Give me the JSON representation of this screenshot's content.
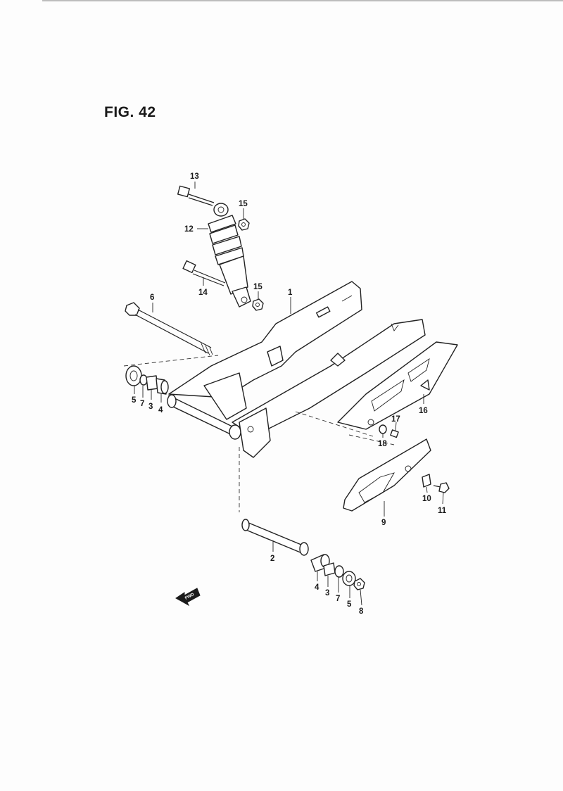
{
  "figure": {
    "title": "FIG. 42"
  },
  "callouts": [
    {
      "id": "c13a",
      "text": "13"
    },
    {
      "id": "c15a",
      "text": "15"
    },
    {
      "id": "c12",
      "text": "12"
    },
    {
      "id": "c14",
      "text": "14"
    },
    {
      "id": "c15b",
      "text": "15"
    },
    {
      "id": "c1",
      "text": "1"
    },
    {
      "id": "c6",
      "text": "6"
    },
    {
      "id": "c5a",
      "text": "5"
    },
    {
      "id": "c7a",
      "text": "7"
    },
    {
      "id": "c3a",
      "text": "3"
    },
    {
      "id": "c4a",
      "text": "4"
    },
    {
      "id": "c16",
      "text": "16"
    },
    {
      "id": "c17",
      "text": "17"
    },
    {
      "id": "c18",
      "text": "18"
    },
    {
      "id": "c10",
      "text": "10"
    },
    {
      "id": "c11",
      "text": "11"
    },
    {
      "id": "c9",
      "text": "9"
    },
    {
      "id": "c2",
      "text": "2"
    },
    {
      "id": "c4b",
      "text": "4"
    },
    {
      "id": "c3b",
      "text": "3"
    },
    {
      "id": "c7b",
      "text": "7"
    },
    {
      "id": "c5b",
      "text": "5"
    },
    {
      "id": "c8",
      "text": "8"
    }
  ],
  "fwd_marker": {
    "text": "FWD"
  }
}
